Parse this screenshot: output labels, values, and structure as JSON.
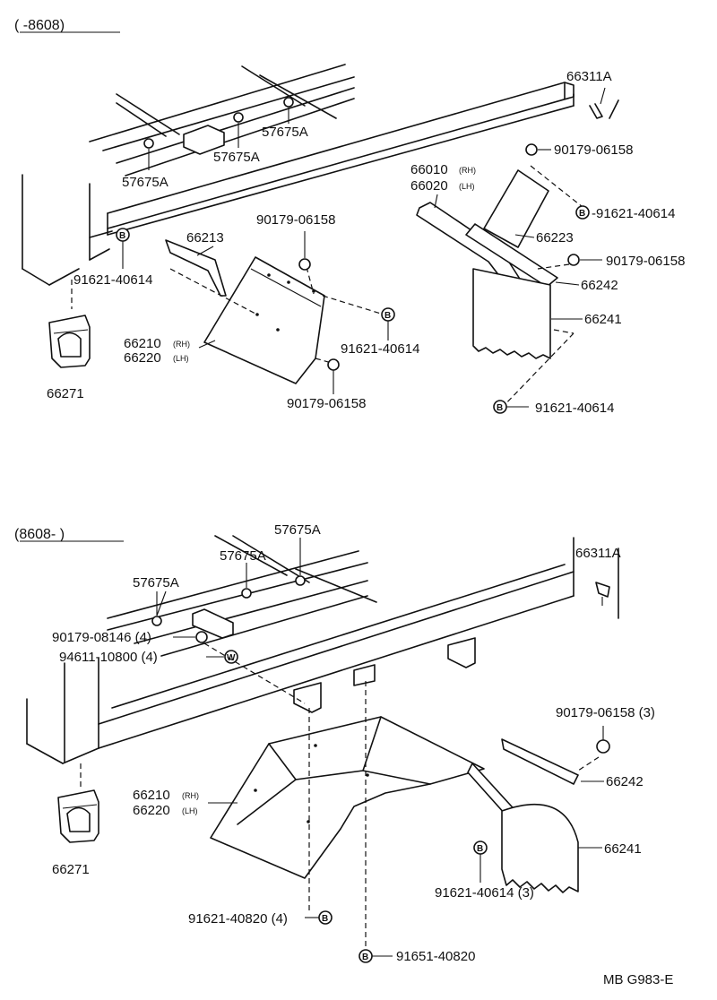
{
  "sections": [
    {
      "header": "(      -8608)",
      "labels": {
        "p66311A": "66311A",
        "p57675A_1": "57675A",
        "p57675A_2": "57675A",
        "p57675A_3": "57675A",
        "p90179_06158_a": "90179-06158",
        "p90179_06158_b": "90179-06158",
        "p90179_06158_c": "90179-06158",
        "p90179_06158_d": "90179-06158",
        "p66010": "66010",
        "p66020": "66020",
        "rh1": "(RH)",
        "lh1": "(LH)",
        "p91621_40614_a": "-91621-40614",
        "p91621_40614_b": "91621-40614",
        "p91621_40614_c": "91621-40614",
        "p91621_40614_d": "91621-40614",
        "p66213": "66213",
        "p66223": "66223",
        "p66242": "66242",
        "p66241": "66241",
        "p66210": "66210",
        "p66220": "66220",
        "rh2": "(RH)",
        "lh2": "(LH)",
        "p66271": "66271"
      }
    },
    {
      "header": "(8608-       )",
      "labels": {
        "p57675A_1": "57675A",
        "p57675A_2": "57675A",
        "p57675A_3": "57675A",
        "p66311A": "66311A",
        "p90179_08146": "90179-08146 (4)",
        "p94611_10800": "94611-10800 (4)",
        "p90179_06158": "90179-06158 (3)",
        "p66242": "66242",
        "p66241": "66241",
        "p66210": "66210",
        "p66220": "66220",
        "rh": "(RH)",
        "lh": "(LH)",
        "p91621_40614": "91621-40614 (3)",
        "p91621_40820": "91621-40820 (4)",
        "p91651_40820": "91651-40820",
        "p66271": "66271"
      }
    }
  ],
  "bolt_symbol": "B",
  "washer_symbol": "W",
  "footer_code": "MB G983-E"
}
